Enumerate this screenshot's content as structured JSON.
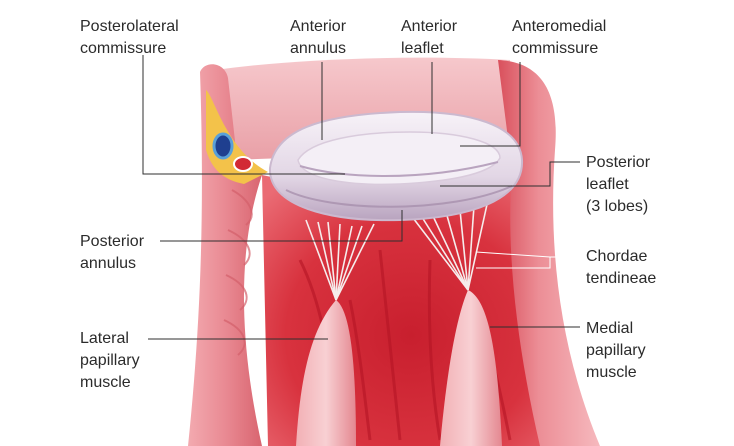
{
  "labels": {
    "posterolateral_commissure": [
      "Posterolateral",
      "commissure"
    ],
    "anterior_annulus": [
      "Anterior",
      "annulus"
    ],
    "anterior_leaflet": [
      "Anterior",
      "leaflet"
    ],
    "anteromedial_commissure": [
      "Anteromedial",
      "commissure"
    ],
    "posterior_leaflet": [
      "Posterior",
      "leaflet",
      "(3 lobes)"
    ],
    "posterior_annulus": [
      "Posterior",
      "annulus"
    ],
    "chordae_tendineae": [
      "Chordae",
      "tendineae"
    ],
    "lateral_papillary_muscle": [
      "Lateral",
      "papillary",
      "muscle"
    ],
    "medial_papillary_muscle": [
      "Medial",
      "papillary",
      "muscle"
    ]
  },
  "colors": {
    "myocardium": "#e88c93",
    "myocardium_dark": "#c9404d",
    "chamber": "#d8323e",
    "leaflet": "#ece4ee",
    "leaflet_shadow": "#b9a4bf",
    "fat": "#f3c24a",
    "leader_line": "#2f2f2f"
  }
}
